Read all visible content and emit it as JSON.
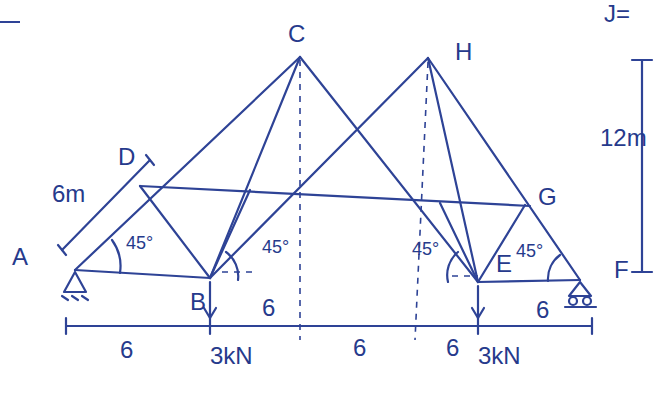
{
  "diagram": {
    "labels": [
      "C",
      "H",
      "12m",
      "6m",
      "D",
      "45°",
      "A",
      "45°",
      "45°",
      "45°",
      "G",
      "B",
      "E",
      "F",
      "6",
      "3kN",
      "6",
      "6",
      "6",
      "3kN",
      "6",
      "J="
    ]
  }
}
